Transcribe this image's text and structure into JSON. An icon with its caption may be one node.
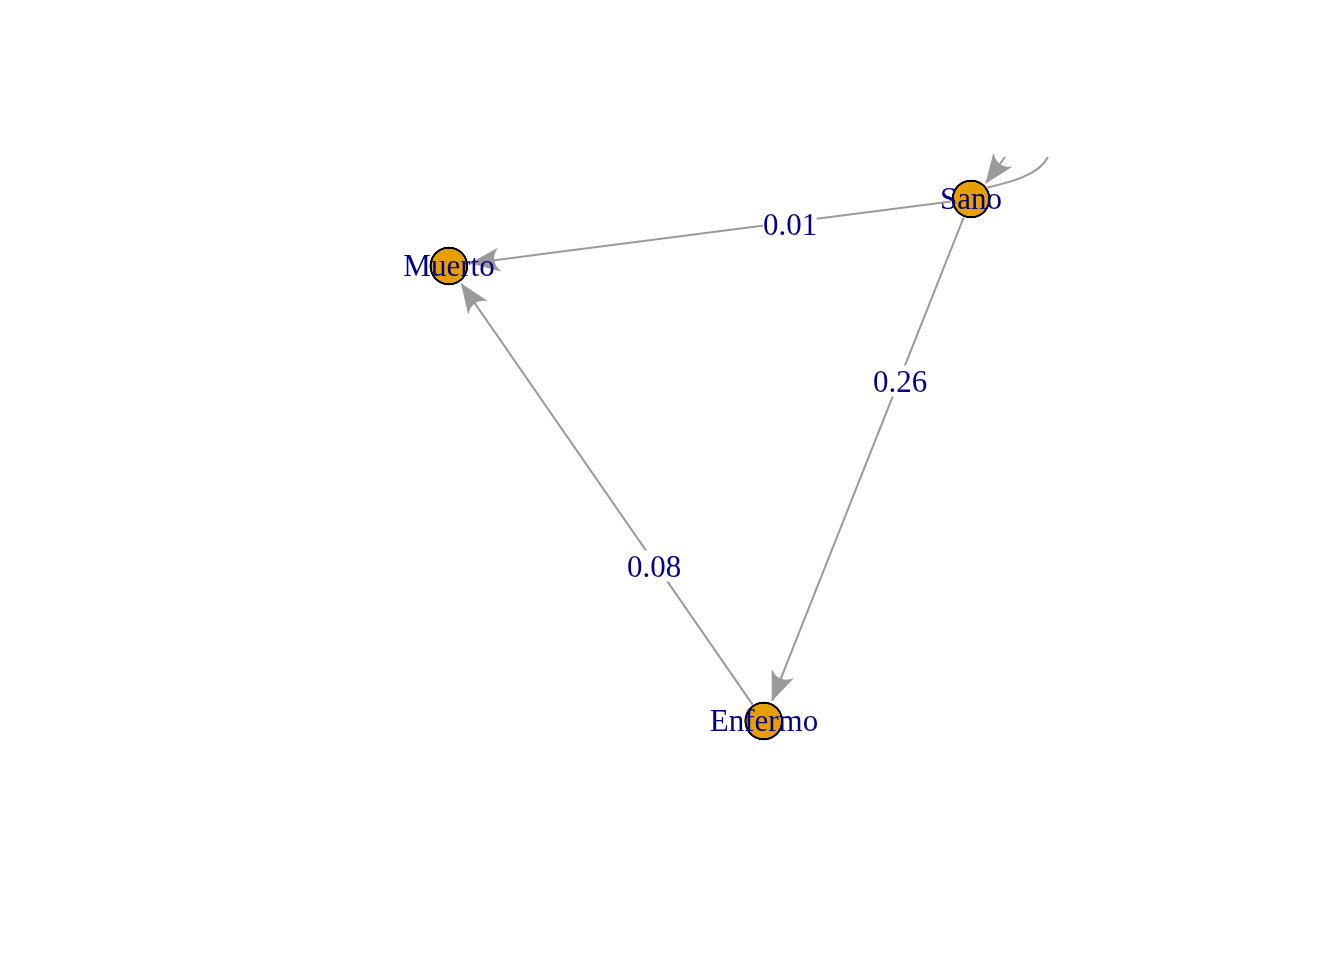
{
  "diagram": {
    "nodes": [
      {
        "text": [
          "Sano"
        ]
      },
      {
        "text": [
          "Muerto"
        ]
      },
      {
        "text": [
          "Enfermo"
        ]
      }
    ],
    "edges": [
      {
        "from": 0,
        "to": 0,
        "arrow": "to"
      },
      {
        "from": 0,
        "to": 1,
        "arrow": "to",
        "label": "0.01"
      },
      {
        "from": 0,
        "to": 2,
        "arrow": "to",
        "label": "0.26"
      },
      {
        "from": 2,
        "to": 1,
        "arrow": "to",
        "label": "0.08"
      }
    ]
  }
}
